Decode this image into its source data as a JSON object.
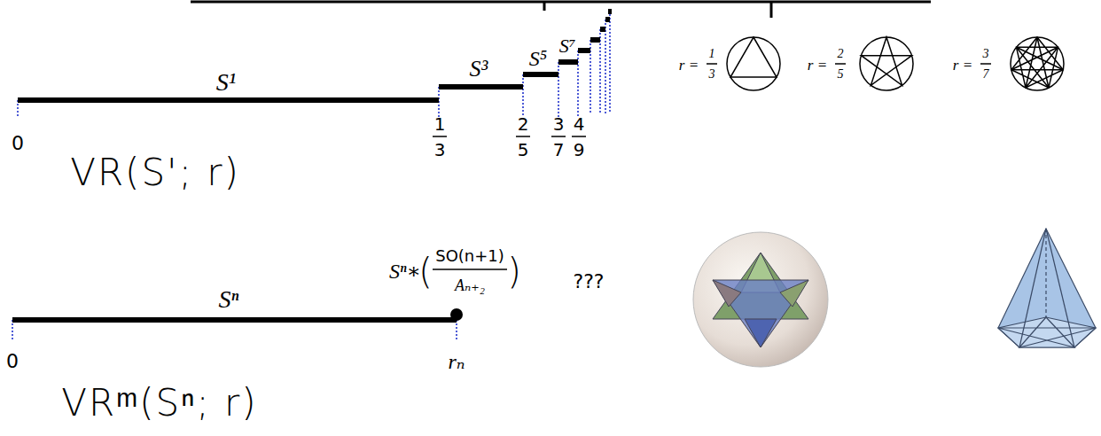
{
  "diagram": {
    "labels": [
      "S¹",
      "S³",
      "S⁵",
      "S⁷",
      "0",
      "1",
      "3",
      "2",
      "5",
      "3",
      "7",
      "4",
      "9",
      "VR(S'; r)",
      "r =",
      "1",
      "3",
      "r =",
      "2",
      "5",
      "r =",
      "3",
      "7",
      "Sⁿ",
      "Sⁿ∗",
      "(",
      "SO(n+1)",
      "Aₙ₊₂",
      ")",
      "???",
      "0",
      "rₙ",
      "VRᵐ(Sⁿ; r)"
    ]
  }
}
